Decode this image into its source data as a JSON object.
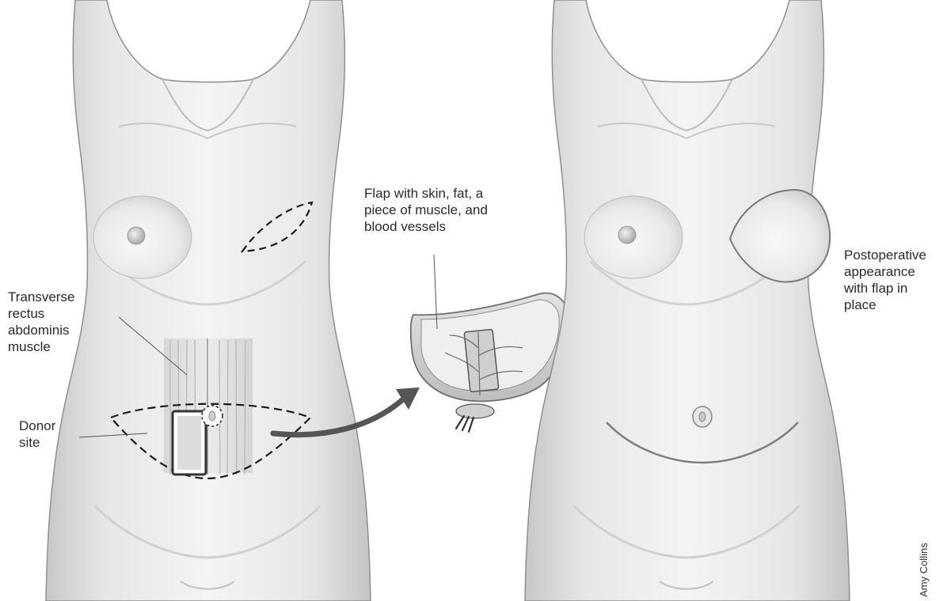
{
  "labels": {
    "transverse": [
      "Transverse",
      "rectus",
      "abdominis",
      "muscle"
    ],
    "donor": [
      "Donor",
      "site"
    ],
    "flap": [
      "Flap with skin, fat, a",
      "piece of muscle, and",
      "blood vessels"
    ],
    "postop": [
      "Postoperative",
      "appearance",
      "with flap in",
      "place"
    ]
  },
  "credit": "Amy Collins",
  "colors": {
    "skin_light": "#f1f1f1",
    "skin_shadow": "#c9c9c9",
    "outline": "#8a8a8a",
    "dashed": "#1a1a1a",
    "arrow": "#555555",
    "text": "#2a2a2a"
  }
}
